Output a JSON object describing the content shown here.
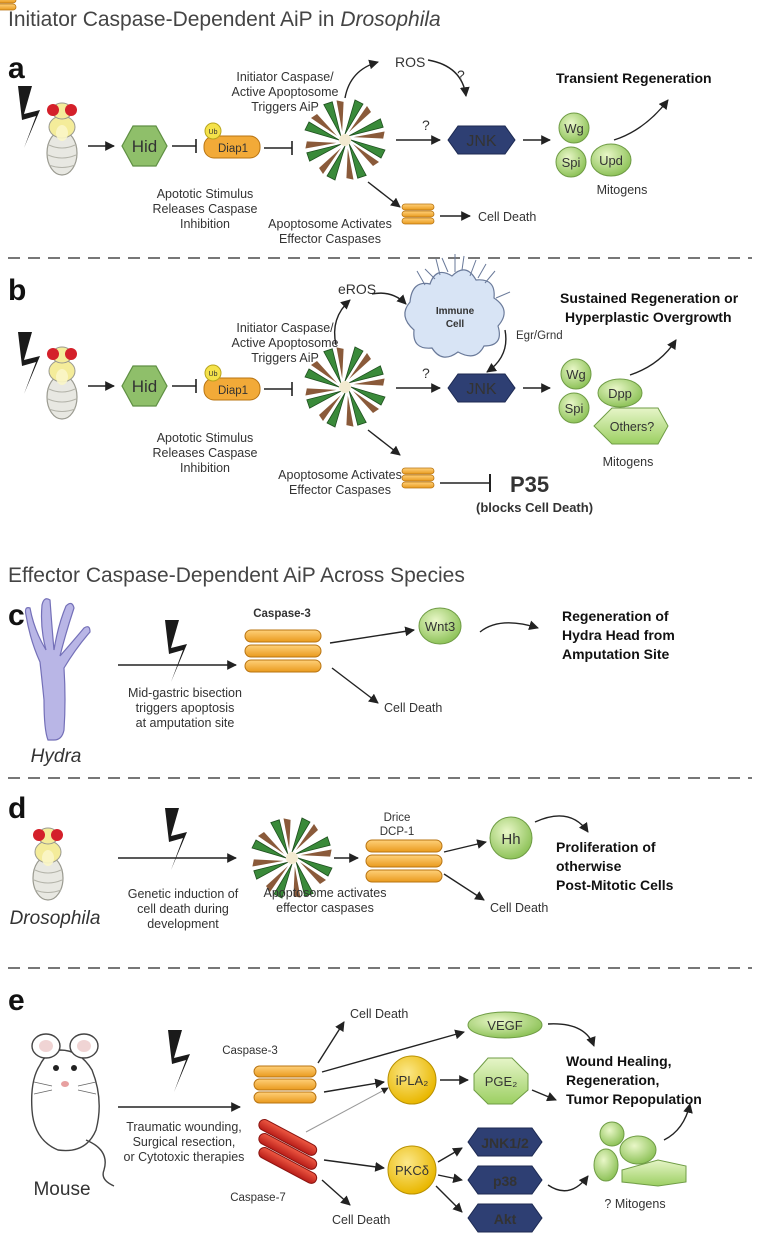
{
  "section1": {
    "title_plain": "Initiator Caspase-Dependent AiP in ",
    "title_italic": "Drosophila"
  },
  "panelA": {
    "letter": "a",
    "hid": "Hid",
    "ub": "Ub",
    "diap1": "Diap1",
    "stimulus": [
      "Apototic Stimulus",
      "Releases Caspase",
      "Inhibition"
    ],
    "initiator": [
      "Initiator Caspase/",
      "Active Apoptosome",
      "Triggers AiP"
    ],
    "ros": "ROS",
    "q1": "?",
    "q2": "?",
    "jnk": "JNK",
    "wg": "Wg",
    "spi": "Spi",
    "upd": "Upd",
    "mitogens": "Mitogens",
    "outcome": "Transient Regeneration",
    "effector": [
      "Apoptosome Activates",
      "Effector Caspases"
    ],
    "cell_death": "Cell Death"
  },
  "panelB": {
    "letter": "b",
    "hid": "Hid",
    "ub": "Ub",
    "diap1": "Diap1",
    "stimulus": [
      "Apototic Stimulus",
      "Releases Caspase",
      "Inhibition"
    ],
    "initiator": [
      "Initiator Caspase/",
      "Active Apoptosome",
      "Triggers AiP"
    ],
    "eros": "eROS",
    "immune": [
      "Immune",
      "Cell"
    ],
    "egr": "Egr/Grnd",
    "q": "?",
    "jnk": "JNK",
    "wg": "Wg",
    "dpp": "Dpp",
    "spi": "Spi",
    "others": "Others?",
    "mitogens": "Mitogens",
    "outcome": [
      "Sustained Regeneration or",
      "Hyperplastic Overgrowth"
    ],
    "effector": [
      "Apoptosome Activates",
      "Effector Caspases"
    ],
    "p35": "P35",
    "p35_note": "(blocks Cell Death)"
  },
  "section2": {
    "title": "Effector Caspase-Dependent AiP Across Species"
  },
  "panelC": {
    "letter": "c",
    "organism": "Hydra",
    "caspase": "Caspase-3",
    "trigger": [
      "Mid-gastric bisection",
      "triggers apoptosis",
      "at amputation site"
    ],
    "wnt": "Wnt3",
    "cell_death": "Cell Death",
    "outcome": [
      "Regeneration of",
      "Hydra Head from",
      "Amputation Site"
    ]
  },
  "panelD": {
    "letter": "d",
    "organism": "Drosophila",
    "caspase": [
      "Drice",
      "DCP-1"
    ],
    "trigger": [
      "Genetic induction of",
      "cell death during",
      "development"
    ],
    "apoptosome": [
      "Apoptosome activates",
      "effector caspases"
    ],
    "hh": "Hh",
    "cell_death": "Cell Death",
    "outcome": [
      "Proliferation of",
      "otherwise",
      "Post-Mitotic Cells"
    ]
  },
  "panelE": {
    "letter": "e",
    "organism": "Mouse",
    "caspase3": "Caspase-3",
    "caspase7": "Caspase-7",
    "trigger": [
      "Traumatic wounding,",
      "Surgical resection,",
      "or Cytotoxic therapies"
    ],
    "cell_death_top": "Cell Death",
    "cell_death_bottom": "Cell Death",
    "vegf": "VEGF",
    "ipla2": "iPLA₂",
    "pge2": "PGE₂",
    "pkc": "PKCδ",
    "jnk": "JNK1/2",
    "p38": "p38",
    "akt": "Akt",
    "mitogens": "? Mitogens",
    "outcome": [
      "Wound Healing,",
      "Regeneration,",
      "Tumor Repopulation"
    ]
  },
  "colors": {
    "green_hex": "#8fbf6a",
    "navy": "#2e3f73",
    "orange": "#f0a830",
    "red": "#cc2a22",
    "yellow": "#f2cf1d",
    "light_green": "#c9e79c",
    "immune": "#d8e4f5"
  }
}
